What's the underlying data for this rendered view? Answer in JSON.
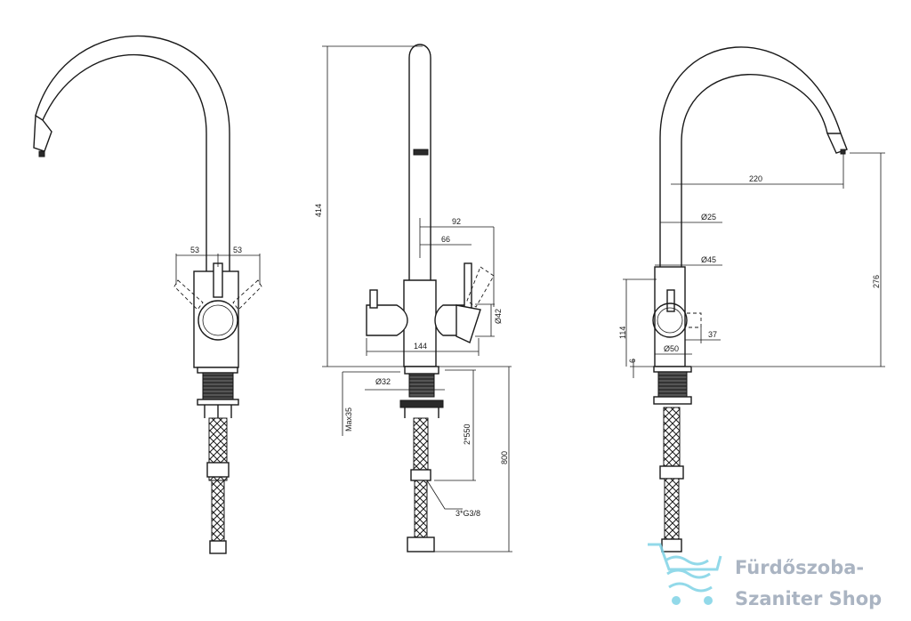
{
  "dimensions": {
    "front": {
      "handle_left": "53",
      "handle_right": "53"
    },
    "side": {
      "height": "414",
      "reach_handle": "92",
      "handle_offset": "66",
      "handle_dia": "Ø42",
      "body_width": "144",
      "base_dia": "Ø32",
      "max_thickness": "Max35",
      "hose_length": "2*550",
      "total_length": "800",
      "connection": "3*G3/8"
    },
    "right": {
      "reach": "220",
      "spout_dia": "Ø25",
      "body_dia": "Ø45",
      "spout_height": "276",
      "body_height": "114",
      "base_height": "6",
      "base_dia": "Ø50",
      "handle_depth": "37"
    }
  },
  "watermark": {
    "line1": "Fürdőszoba-",
    "line2": "Szaniter Shop"
  },
  "colors": {
    "line": "#1a1a1a",
    "watermark_text": "#aab4c2",
    "watermark_icon": "#7fd3e6"
  }
}
